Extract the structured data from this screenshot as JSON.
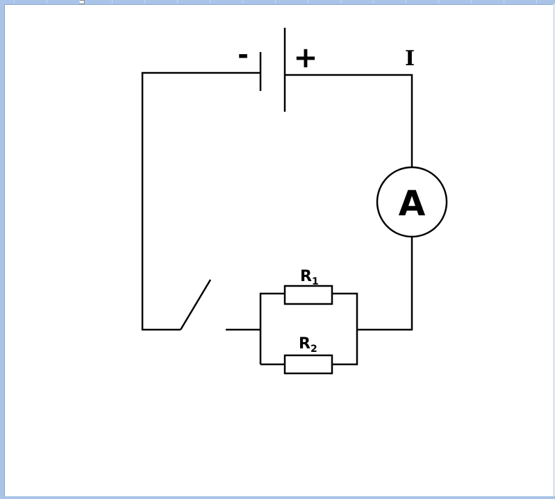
{
  "diagram": {
    "battery": {
      "negative_label": "-",
      "positive_label": "+"
    },
    "current_label": "I",
    "ammeter_label": "A",
    "resistors": [
      {
        "name": "R",
        "subscript": "1"
      },
      {
        "name": "R",
        "subscript": "2"
      }
    ]
  }
}
